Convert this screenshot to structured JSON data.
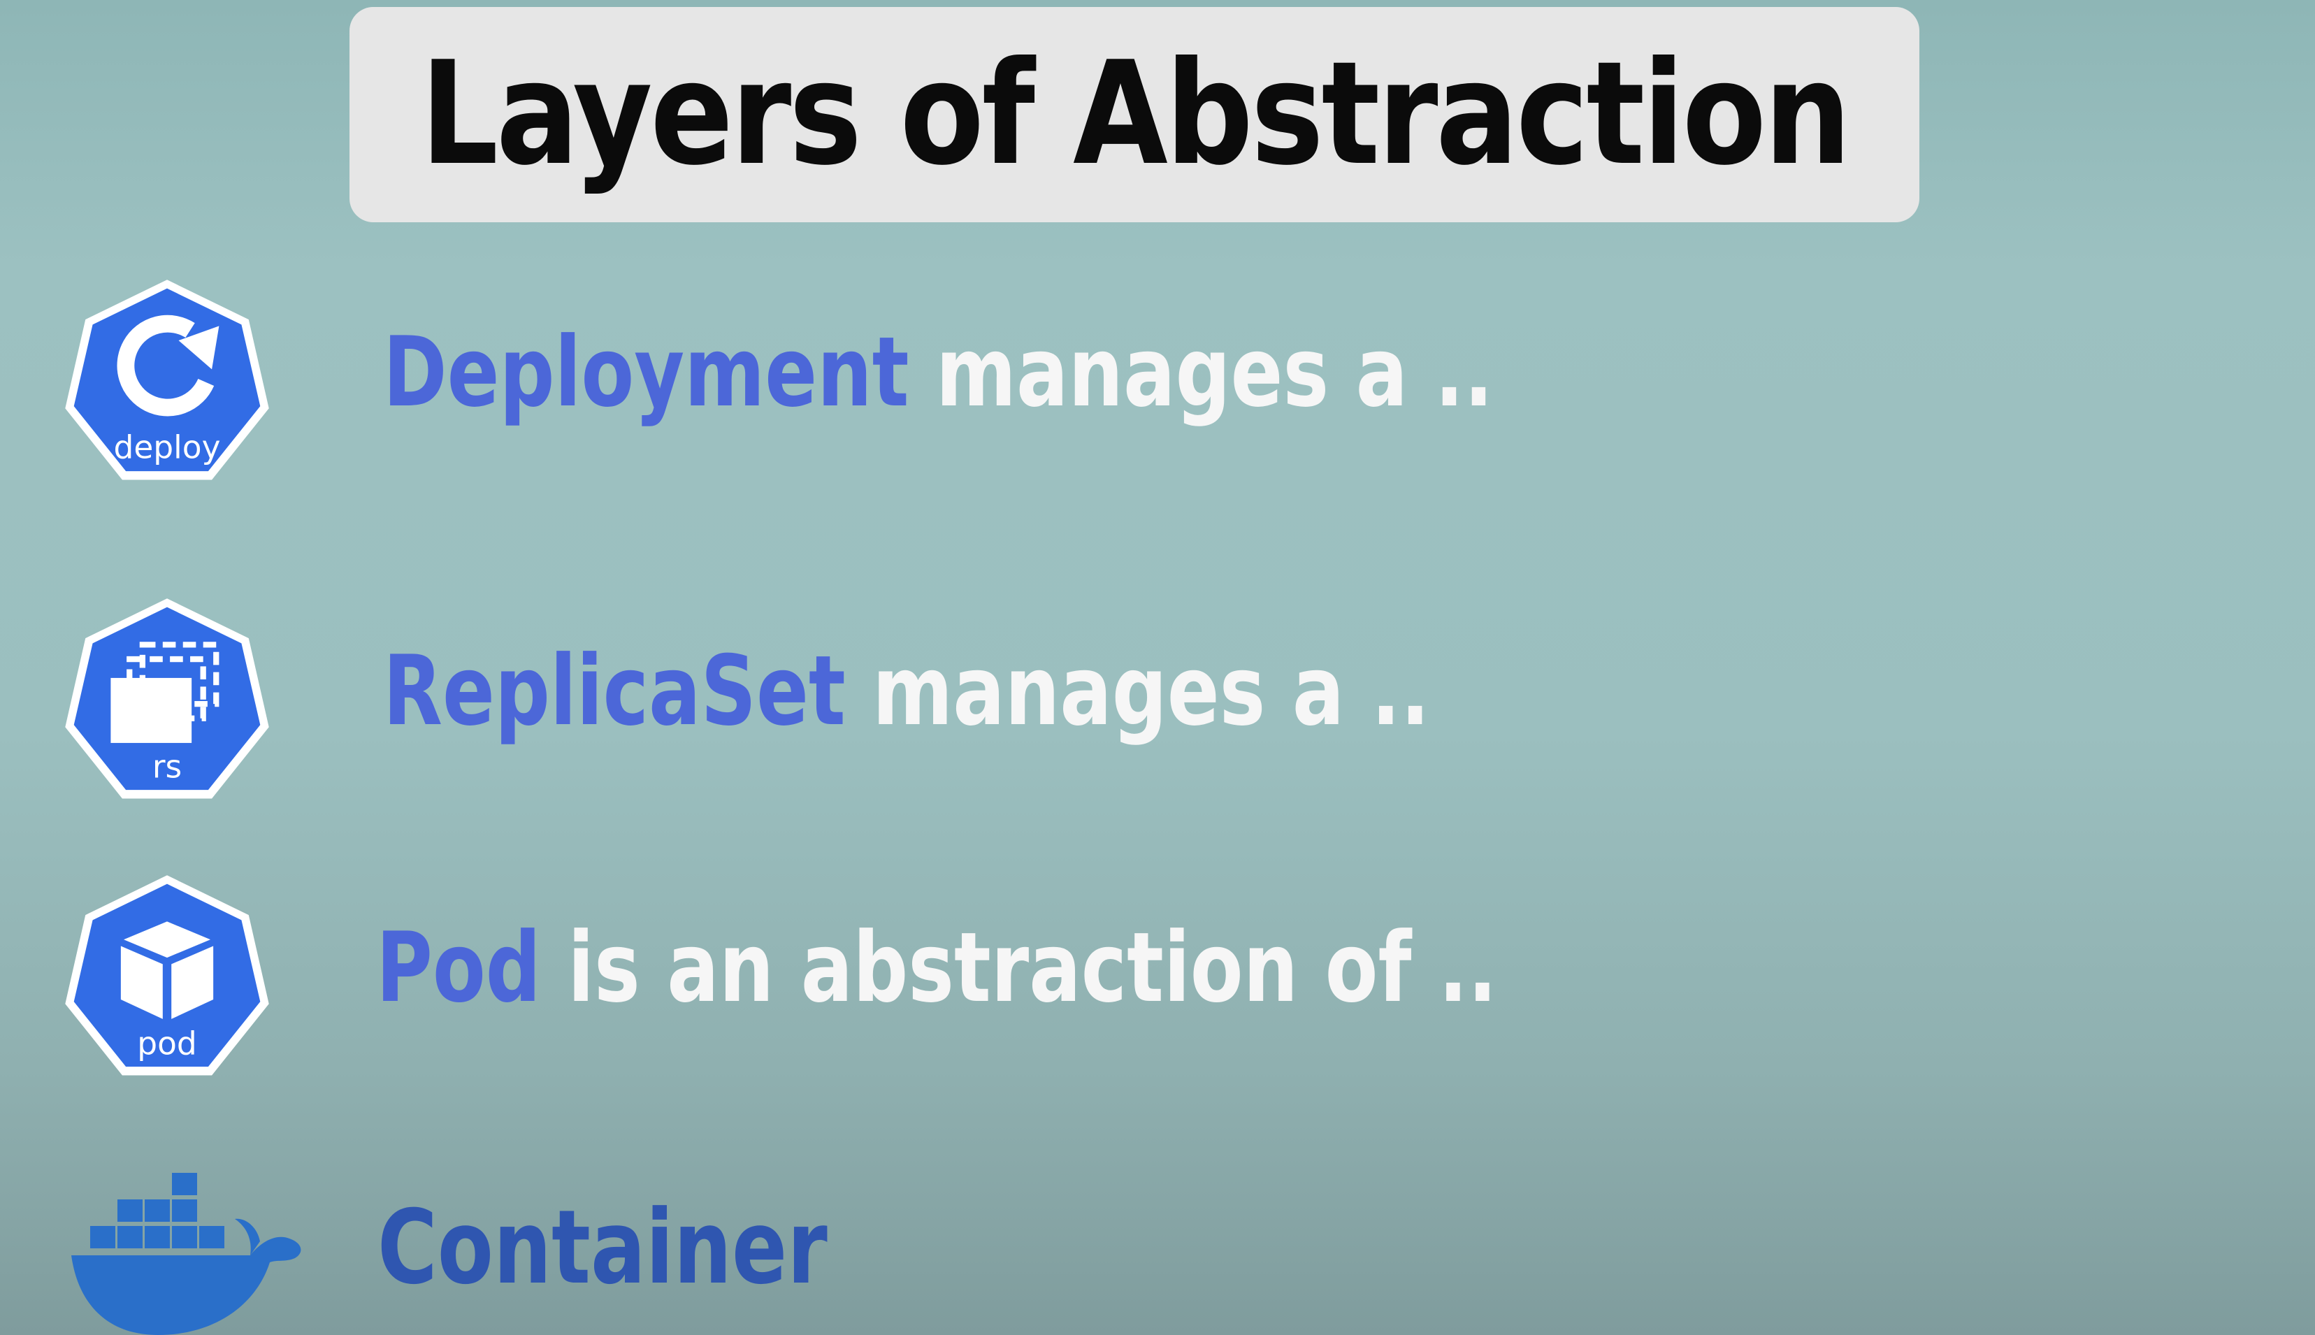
{
  "title": "Layers of Abstraction",
  "layers": [
    {
      "icon": "deploy-icon",
      "icon_label": "deploy",
      "keyword": "Deployment",
      "text": " manages a .."
    },
    {
      "icon": "replicaset-icon",
      "icon_label": "rs",
      "keyword": "ReplicaSet",
      "text": " manages a .."
    },
    {
      "icon": "pod-icon",
      "icon_label": "pod",
      "keyword": "Pod",
      "text": " is an abstraction of .."
    },
    {
      "icon": "docker-icon",
      "keyword": "Container"
    }
  ],
  "colors": {
    "kubernetes_blue": "#326ce5",
    "keyword": "#4c67d8",
    "text": "#f6f6f6",
    "docker_blue": "#2a6fc9"
  }
}
